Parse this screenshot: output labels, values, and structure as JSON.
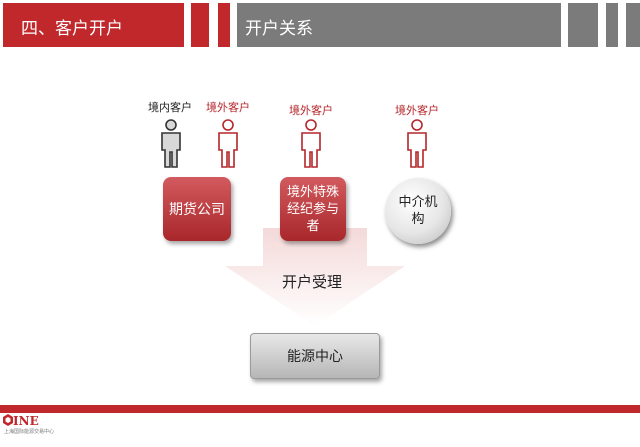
{
  "header": {
    "section_title": "四、客户开户",
    "subtitle": "开户关系"
  },
  "people": [
    {
      "label": "境内客户",
      "color": "#8a8a8a"
    },
    {
      "label": "境外客户",
      "color": "#b4262a"
    },
    {
      "label": "境外客户",
      "color": "#b4262a"
    },
    {
      "label": "境外客户",
      "color": "#b4262a"
    }
  ],
  "entities": {
    "futures_company": "期货公司",
    "overseas_broker": "境外特殊经纪参与者",
    "intermediary": "中介机构"
  },
  "arrow_label": "开户受理",
  "target": "能源中心",
  "footer": {
    "logo_text": "INE",
    "logo_subtext": "上海国际能源交易中心"
  },
  "colors": {
    "brand_red": "#c0282c",
    "header_grey": "#7b7b7b"
  }
}
